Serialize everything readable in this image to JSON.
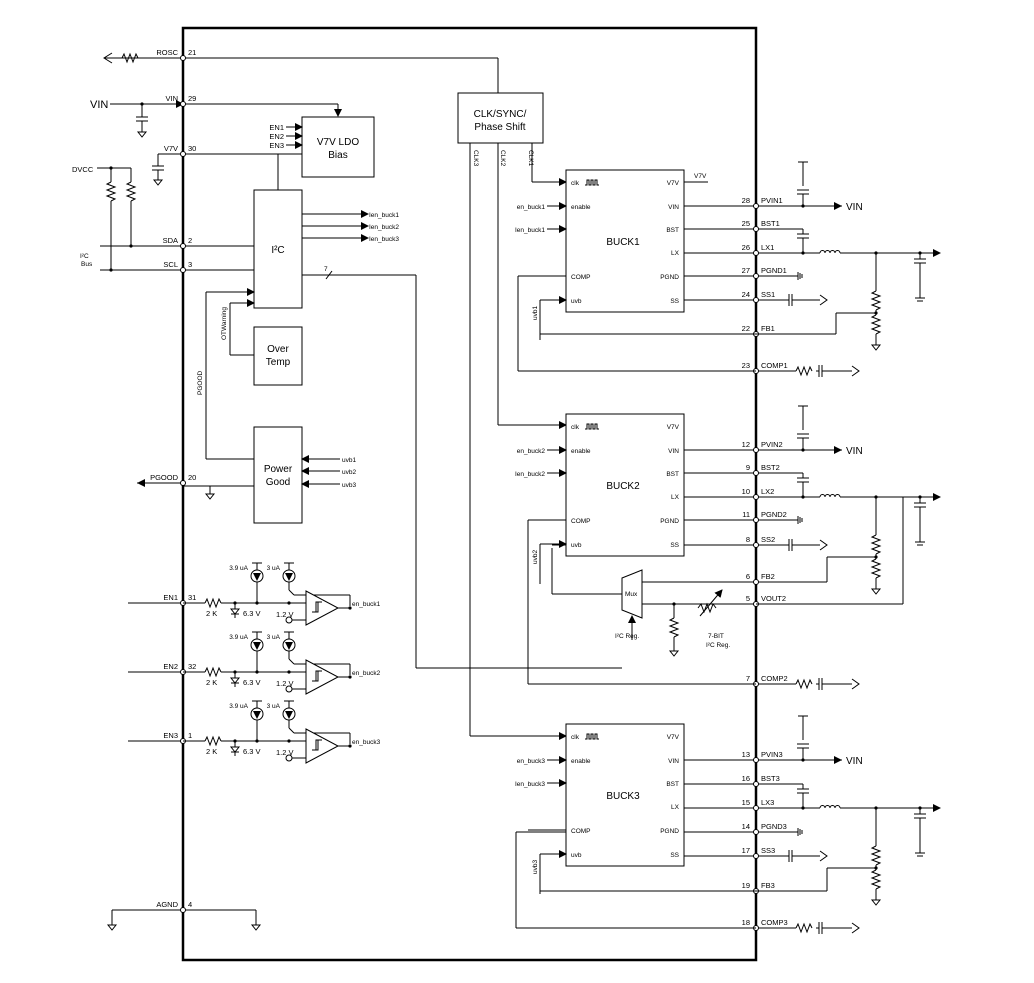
{
  "external": {
    "vin_1": "VIN",
    "vin_buck1": "VIN",
    "vin_buck2": "VIN",
    "vin_buck3": "VIN",
    "dvcc": "DVCC",
    "i2c_bus_1": "I²C",
    "i2c_bus_2": "Bus"
  },
  "left_pins": [
    {
      "name": "ROSC",
      "num": "21"
    },
    {
      "name": "VIN",
      "num": "29"
    },
    {
      "name": "V7V",
      "num": "30"
    },
    {
      "name": "SDA",
      "num": "2"
    },
    {
      "name": "SCL",
      "num": "3"
    },
    {
      "name": "PGOOD",
      "num": "20"
    },
    {
      "name": "EN1",
      "num": "31"
    },
    {
      "name": "EN2",
      "num": "32"
    },
    {
      "name": "EN3",
      "num": "1"
    },
    {
      "name": "AGND",
      "num": "4"
    }
  ],
  "right_pins": [
    {
      "name": "PVIN1",
      "num": "28"
    },
    {
      "name": "BST1",
      "num": "25"
    },
    {
      "name": "LX1",
      "num": "26"
    },
    {
      "name": "PGND1",
      "num": "27"
    },
    {
      "name": "SS1",
      "num": "24"
    },
    {
      "name": "FB1",
      "num": "22"
    },
    {
      "name": "COMP1",
      "num": "23"
    },
    {
      "name": "PVIN2",
      "num": "12"
    },
    {
      "name": "BST2",
      "num": "9"
    },
    {
      "name": "LX2",
      "num": "10"
    },
    {
      "name": "PGND2",
      "num": "11"
    },
    {
      "name": "SS2",
      "num": "8"
    },
    {
      "name": "FB2",
      "num": "6"
    },
    {
      "name": "VOUT2",
      "num": "5"
    },
    {
      "name": "COMP2",
      "num": "7"
    },
    {
      "name": "PVIN3",
      "num": "13"
    },
    {
      "name": "BST3",
      "num": "16"
    },
    {
      "name": "LX3",
      "num": "15"
    },
    {
      "name": "PGND3",
      "num": "14"
    },
    {
      "name": "SS3",
      "num": "17"
    },
    {
      "name": "FB3",
      "num": "19"
    },
    {
      "name": "COMP3",
      "num": "18"
    }
  ],
  "blocks": {
    "v7v_ldo": [
      "V7V LDO",
      "Bias"
    ],
    "clk_sync": [
      "CLK/SYNC/",
      "Phase Shift"
    ],
    "i2c": "I²C",
    "over_temp": [
      "Over",
      "Temp"
    ],
    "power_good": [
      "Power",
      "Good"
    ],
    "mux": "Mux"
  },
  "ldo_inputs": [
    "EN1",
    "EN2",
    "EN3"
  ],
  "clk_outputs": [
    "CLK3",
    "CLK2",
    "CLK1"
  ],
  "i2c_outputs": [
    "Ien_buck1",
    "Ien_buck2",
    "Ien_buck3"
  ],
  "bus_width": "7",
  "internal_signals": {
    "ot_warning": "OTWarning",
    "pgood": "PGOOD"
  },
  "power_good_inputs": [
    "uvb1",
    "uvb2",
    "uvb3"
  ],
  "bucks": [
    {
      "title": "BUCK1",
      "pins_left": [
        "clk",
        "enable",
        "",
        "COMP",
        "uvb"
      ],
      "pins_right": [
        "V7V",
        "VIN",
        "BST",
        "LX",
        "PGND",
        "SS"
      ],
      "en_in": "en_buck1",
      "ien_in": "Ien_buck1",
      "uvb_label": "uvb1",
      "v7v_label": "V7V"
    },
    {
      "title": "BUCK2",
      "pins_left": [
        "clk",
        "enable",
        "",
        "COMP",
        "uvb"
      ],
      "pins_right": [
        "V7V",
        "VIN",
        "BST",
        "LX",
        "PGND",
        "SS"
      ],
      "en_in": "en_buck2",
      "ien_in": "Ien_buck2",
      "uvb_label": "uvb2",
      "v7v_label": ""
    },
    {
      "title": "BUCK3",
      "pins_left": [
        "clk",
        "enable",
        "",
        "COMP",
        "uvb"
      ],
      "pins_right": [
        "V7V",
        "VIN",
        "BST",
        "LX",
        "PGND",
        "SS"
      ],
      "en_in": "en_buck3",
      "ien_in": "Ien_buck3",
      "uvb_label": "uvb3",
      "v7v_label": ""
    }
  ],
  "enable_section": [
    {
      "src1": "3.9 uA",
      "src2": "3 uA",
      "res": "2 K",
      "zener": "6.3 V",
      "ref": "1.2 V",
      "out": "en_buck1"
    },
    {
      "src1": "3.9 uA",
      "src2": "3 uA",
      "res": "2 K",
      "zener": "6.3 V",
      "ref": "1.2 V",
      "out": "en_buck2"
    },
    {
      "src1": "3.9 uA",
      "src2": "3 uA",
      "res": "2 K",
      "zener": "6.3 V",
      "ref": "1.2 V",
      "out": "en_buck3"
    }
  ],
  "vout2_section": {
    "i2c_reg": "I²C Reg.",
    "dac_bits": "7-BIT",
    "dac_reg": "I²C Reg."
  }
}
